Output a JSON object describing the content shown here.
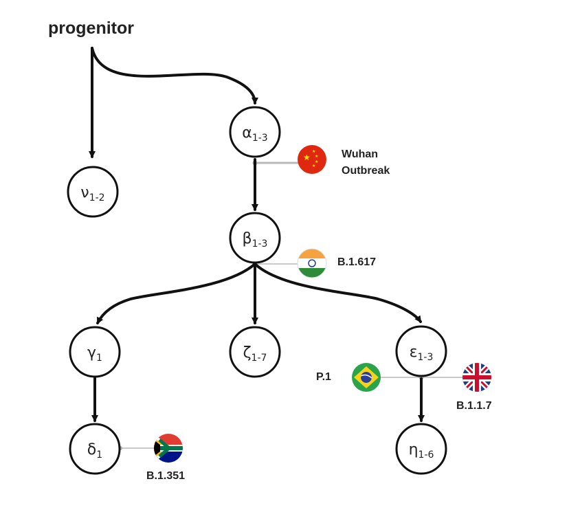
{
  "diagram": {
    "root_label": "progenitor",
    "nodes": {
      "nu": {
        "symbol": "ν",
        "sub": "1-2"
      },
      "alpha": {
        "symbol": "α",
        "sub": "1-3"
      },
      "beta": {
        "symbol": "β",
        "sub": "1-3"
      },
      "gamma": {
        "symbol": "γ",
        "sub": "1"
      },
      "zeta": {
        "symbol": "ζ",
        "sub": "1-7"
      },
      "epsilon": {
        "symbol": "ε",
        "sub": "1-3"
      },
      "delta": {
        "symbol": "δ",
        "sub": "1"
      },
      "eta": {
        "symbol": "η",
        "sub": "1-6"
      }
    },
    "edges": [
      [
        "progenitor",
        "nu"
      ],
      [
        "progenitor",
        "alpha"
      ],
      [
        "alpha",
        "beta"
      ],
      [
        "beta",
        "gamma"
      ],
      [
        "beta",
        "zeta"
      ],
      [
        "beta",
        "epsilon"
      ],
      [
        "gamma",
        "delta"
      ],
      [
        "epsilon",
        "eta"
      ]
    ],
    "annotations": {
      "wuhan": {
        "line1": "Wuhan",
        "line2": "Outbreak",
        "flag": "china-flag-icon"
      },
      "india": {
        "label": "B.1.617",
        "flag": "india-flag-icon"
      },
      "brazil": {
        "label": "P.1",
        "flag": "brazil-flag-icon"
      },
      "uk": {
        "label": "B.1.1.7",
        "flag": "uk-flag-icon"
      },
      "sa": {
        "label": "B.1.351",
        "flag": "south-africa-flag-icon"
      }
    }
  }
}
